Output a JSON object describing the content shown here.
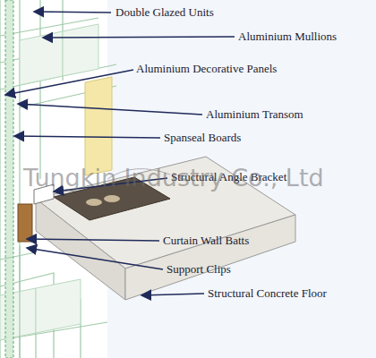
{
  "diagram": {
    "labels": [
      "Double Glazed Units",
      "Aluminium Mullions",
      "Aluminium Decorative Panels",
      "Aluminium Transom",
      "Spanseal Boards",
      "Structural Angle Bracket",
      "Curtain Wall Batts",
      "Support Clips",
      "Structural Concrete Floor",
      "Tungkin Industry Co., Ltd"
    ]
  }
}
